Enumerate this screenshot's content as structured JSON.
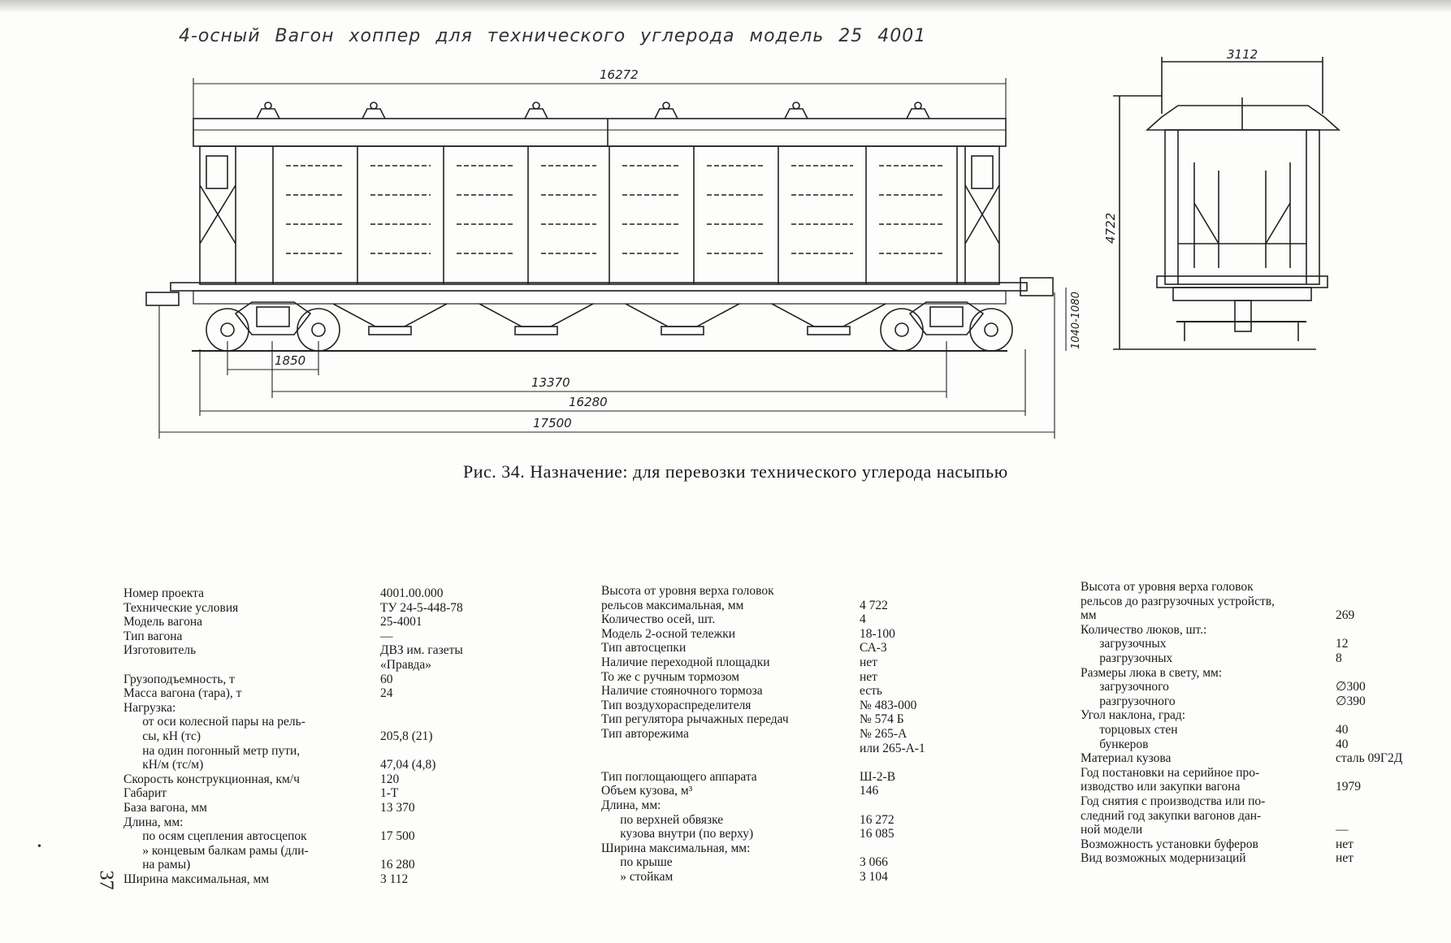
{
  "handwritten_title": "4-осный  Вагон  хоппер для технического  углерода  модель 25 4001",
  "dimensions": {
    "body_top_length": "16272",
    "width": "3112",
    "height": "4722",
    "coupler_height": "1040-1080",
    "bogie_base": "1850",
    "wagon_base": "13370",
    "frame_length": "16280",
    "coupling_length": "17500"
  },
  "caption": "Рис. 34. Назначение: для перевозки технического углерода насыпью",
  "spec_col1": [
    {
      "k": "Номер проекта",
      "v": "4001.00.000"
    },
    {
      "k": "Технические условия",
      "v": "ТУ 24-5-448-78"
    },
    {
      "k": "Модель вагона",
      "v": "25-4001"
    },
    {
      "k": "Тип вагона",
      "v": "—"
    },
    {
      "k": "Изготовитель",
      "v": "ДВЗ им. газеты"
    },
    {
      "k": "",
      "v": "«Правда»"
    },
    {
      "k": "Грузоподъемность, т",
      "v": "60"
    },
    {
      "k": "Масса вагона (тара), т",
      "v": "24"
    },
    {
      "k": "Нагрузка:",
      "v": ""
    },
    {
      "k": "      от оси колесной пары на рель-",
      "v": ""
    },
    {
      "k": "      сы, кН (тс)",
      "v": "205,8 (21)"
    },
    {
      "k": "      на один погонный метр пути,",
      "v": ""
    },
    {
      "k": "      кН/м (тс/м)",
      "v": "47,04 (4,8)"
    },
    {
      "k": "Скорость конструкционная, км/ч",
      "v": "120"
    },
    {
      "k": "Габарит",
      "v": "1-Т"
    },
    {
      "k": "База вагона, мм",
      "v": "13 370"
    },
    {
      "k": "Длина, мм:",
      "v": ""
    },
    {
      "k": "      по осям сцепления автосцепок",
      "v": "17 500"
    },
    {
      "k": "      » концевым балкам рамы (дли-",
      "v": ""
    },
    {
      "k": "      на рамы)",
      "v": "16 280"
    },
    {
      "k": "Ширина максимальная, мм",
      "v": "3 112"
    }
  ],
  "spec_col2": [
    {
      "k": "Высота от уровня верха головок",
      "v": ""
    },
    {
      "k": "рельсов максимальная, мм",
      "v": "4 722"
    },
    {
      "k": "Количество осей, шт.",
      "v": "4"
    },
    {
      "k": "Модель 2-осной тележки",
      "v": "18-100"
    },
    {
      "k": "Тип автосцепки",
      "v": "СА-3"
    },
    {
      "k": "Наличие переходной площадки",
      "v": "нет"
    },
    {
      "k": "То же с ручным тормозом",
      "v": "нет"
    },
    {
      "k": "Наличие стояночного тормоза",
      "v": "есть"
    },
    {
      "k": "Тип воздухораспределителя",
      "v": "№ 483-000"
    },
    {
      "k": "Тип регулятора рычажных передач",
      "v": "№ 574 Б"
    },
    {
      "k": "Тип авторежима",
      "v": "№ 265-А"
    },
    {
      "k": "",
      "v": "или 265-А-1"
    },
    {
      "k": "",
      "v": ""
    },
    {
      "k": "Тип поглощающего аппарата",
      "v": "Ш-2-В"
    },
    {
      "k": "Объем кузова, м³",
      "v": "146"
    },
    {
      "k": "Длина, мм:",
      "v": ""
    },
    {
      "k": "      по верхней обвязке",
      "v": "16 272"
    },
    {
      "k": "      кузова внутри (по верху)",
      "v": "16 085"
    },
    {
      "k": "Ширина максимальная, мм:",
      "v": ""
    },
    {
      "k": "      по крыше",
      "v": "3 066"
    },
    {
      "k": "      » стойкам",
      "v": "3 104"
    }
  ],
  "spec_col3": [
    {
      "k": "Высота от уровня верха головок",
      "v": ""
    },
    {
      "k": "рельсов до разгрузочных устройств,",
      "v": ""
    },
    {
      "k": "мм",
      "v": "269"
    },
    {
      "k": "Количество люков, шт.:",
      "v": ""
    },
    {
      "k": "      загрузочных",
      "v": "12"
    },
    {
      "k": "      разгрузочных",
      "v": "8"
    },
    {
      "k": "Размеры люка в свету, мм:",
      "v": ""
    },
    {
      "k": "      загрузочного",
      "v": "∅300"
    },
    {
      "k": "      разгрузочного",
      "v": "∅390"
    },
    {
      "k": "Угол наклона, град:",
      "v": ""
    },
    {
      "k": "      торцовых стен",
      "v": "40"
    },
    {
      "k": "      бункеров",
      "v": "40"
    },
    {
      "k": "Материал кузова",
      "v": "сталь 09Г2Д"
    },
    {
      "k": "Год постановки на серийное про-",
      "v": ""
    },
    {
      "k": "изводство или закупки вагона",
      "v": "1979"
    },
    {
      "k": "Год снятия с производства или по-",
      "v": ""
    },
    {
      "k": "следний год закупки вагонов дан-",
      "v": ""
    },
    {
      "k": "ной модели",
      "v": "—"
    },
    {
      "k": "Возможность установки буферов",
      "v": "нет"
    },
    {
      "k": "Вид возможных модернизаций",
      "v": "нет"
    }
  ],
  "page_number": "37",
  "margin_mark": "•"
}
